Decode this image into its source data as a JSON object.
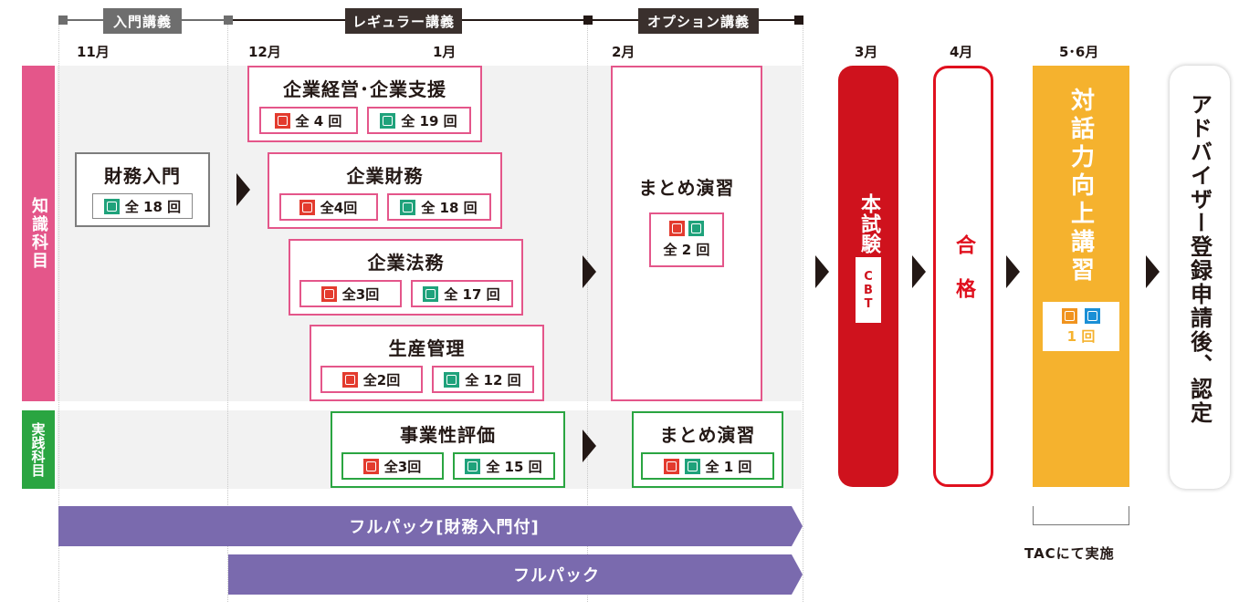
{
  "colors": {
    "pink": "#e4568a",
    "green": "#2aa541",
    "red": "#cf121d",
    "orange": "#f5b22e",
    "purple": "#7a6aae",
    "dark": "#3a302d",
    "grey_phase": "#6e6e6e"
  },
  "phases": {
    "intro": "入門講義",
    "regular": "レギュラー講義",
    "option": "オプション講義"
  },
  "months": {
    "m11": "11月",
    "m12": "12月",
    "m1": "1月",
    "m2": "2月",
    "m3": "3月",
    "m4": "4月",
    "m56": "5･6月"
  },
  "categories": {
    "knowledge": "知識科目",
    "practice": "実践科目"
  },
  "courses": {
    "intro_finance": {
      "title": "財務入門",
      "chips": [
        {
          "icon": "web-lecture-icon",
          "count": "全 18 回"
        }
      ]
    },
    "management": {
      "title": "企業経営･企業支援",
      "chips": [
        {
          "icon": "live-class-icon",
          "count": "全 4 回"
        },
        {
          "icon": "web-lecture-icon",
          "count": "全 19 回"
        }
      ]
    },
    "finance": {
      "title": "企業財務",
      "chips": [
        {
          "icon": "live-class-icon",
          "count": "全4回"
        },
        {
          "icon": "web-lecture-icon",
          "count": "全 18 回"
        }
      ]
    },
    "law": {
      "title": "企業法務",
      "chips": [
        {
          "icon": "live-class-icon",
          "count": "全3回"
        },
        {
          "icon": "web-lecture-icon",
          "count": "全 17 回"
        }
      ]
    },
    "production": {
      "title": "生産管理",
      "chips": [
        {
          "icon": "live-class-icon",
          "count": "全2回"
        },
        {
          "icon": "web-lecture-icon",
          "count": "全 12 回"
        }
      ]
    },
    "evaluation": {
      "title": "事業性評価",
      "chips": [
        {
          "icon": "live-class-icon",
          "count": "全3回"
        },
        {
          "icon": "web-lecture-icon",
          "count": "全 15 回"
        }
      ]
    },
    "review_knowledge": {
      "title": "まとめ演習",
      "count": "全 2 回"
    },
    "review_practice": {
      "title": "まとめ演習",
      "count": "全 1 回"
    }
  },
  "exam": {
    "title": "本試験",
    "badge": "CBT"
  },
  "pass": {
    "title": "合格"
  },
  "dialogue": {
    "title": "対話力向上講習",
    "count": "1 回",
    "note": "TACにて実施"
  },
  "final": {
    "title": "アドバイザー登録申請後、認定"
  },
  "packs": {
    "full_with_intro": "フルパック[財務入門付]",
    "full": "フルパック"
  }
}
